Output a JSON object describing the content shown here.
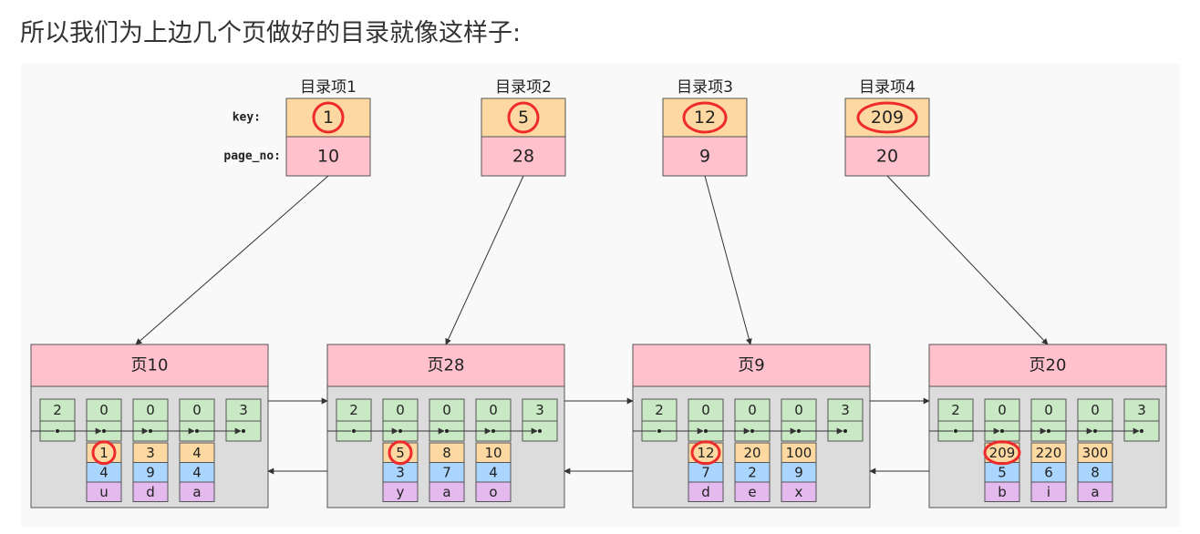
{
  "heading": "所以我们为上边几个页做好的目录就像这样子:",
  "colors": {
    "key_cell": "#fdd9a1",
    "page_no_cell": "#ffc1cc",
    "page_header": "#ffc1cc",
    "page_body": "#dcdcdc",
    "record_header": "#c9e8c4",
    "record_key": "#fdd9a1",
    "record_col2": "#a9d5ff",
    "record_col3": "#e3b9ee",
    "highlight": "#ee2a2a",
    "line": "#333333"
  },
  "directory": {
    "row_labels": {
      "key": "key:",
      "page_no": "page_no:"
    },
    "entries": [
      {
        "title": "目录项1",
        "key": "1",
        "page_no": "10"
      },
      {
        "title": "目录项2",
        "key": "5",
        "page_no": "28"
      },
      {
        "title": "目录项3",
        "key": "12",
        "page_no": "9"
      },
      {
        "title": "目录项4",
        "key": "209",
        "page_no": "20"
      }
    ]
  },
  "pages": [
    {
      "title": "页10",
      "header_values": [
        "2",
        "0",
        "0",
        "0",
        "3"
      ],
      "records": [
        {
          "key": "1",
          "col2": "4",
          "col3": "u"
        },
        {
          "key": "3",
          "col2": "9",
          "col3": "d"
        },
        {
          "key": "4",
          "col2": "4",
          "col3": "a"
        }
      ]
    },
    {
      "title": "页28",
      "header_values": [
        "2",
        "0",
        "0",
        "0",
        "3"
      ],
      "records": [
        {
          "key": "5",
          "col2": "3",
          "col3": "y"
        },
        {
          "key": "8",
          "col2": "7",
          "col3": "a"
        },
        {
          "key": "10",
          "col2": "4",
          "col3": "o"
        }
      ]
    },
    {
      "title": "页9",
      "header_values": [
        "2",
        "0",
        "0",
        "0",
        "3"
      ],
      "records": [
        {
          "key": "12",
          "col2": "7",
          "col3": "d"
        },
        {
          "key": "20",
          "col2": "2",
          "col3": "e"
        },
        {
          "key": "100",
          "col2": "9",
          "col3": "x"
        }
      ]
    },
    {
      "title": "页20",
      "header_values": [
        "2",
        "0",
        "0",
        "0",
        "3"
      ],
      "records": [
        {
          "key": "209",
          "col2": "5",
          "col3": "b"
        },
        {
          "key": "220",
          "col2": "6",
          "col3": "i"
        },
        {
          "key": "300",
          "col2": "8",
          "col3": "a"
        }
      ]
    }
  ]
}
